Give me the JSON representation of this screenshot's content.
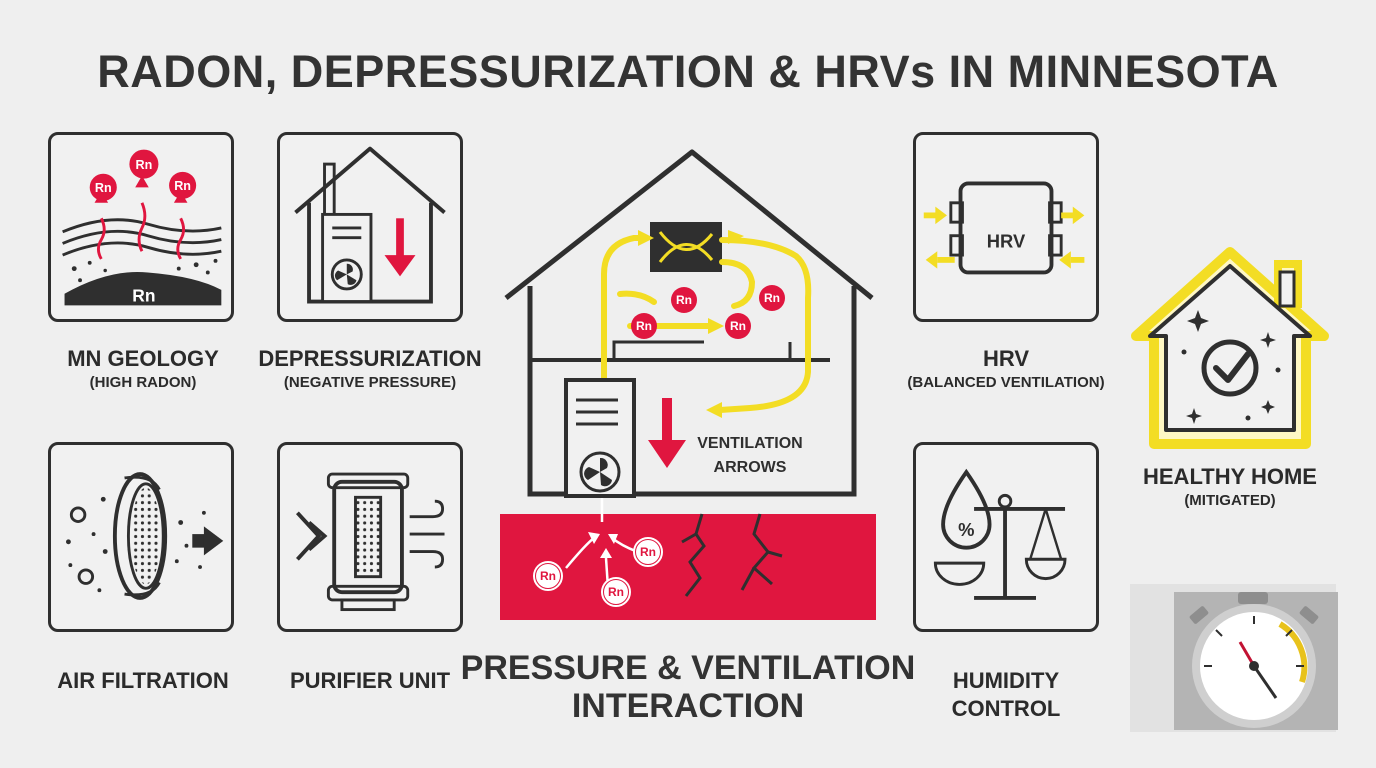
{
  "title": "RADON, DEPRESSURIZATION & HRVs IN MINNESOTA",
  "colors": {
    "accent_red": "#e0163f",
    "accent_yellow": "#f3dd24",
    "ink": "#2f2f2f",
    "background": "#efefef"
  },
  "tiles": {
    "geology": {
      "label": "MN GEOLOGY",
      "sub": "(HIGH RADON)",
      "badge": "Rn",
      "icon": "soil-radon-icon"
    },
    "depressurization": {
      "label": "DEPRESSURIZATION",
      "sub": "(NEGATIVE PRESSURE)",
      "icon": "house-furnace-icon"
    },
    "filtration": {
      "label": "AIR FILTRATION",
      "icon": "filter-disc-icon"
    },
    "purifier": {
      "label": "PURIFIER UNIT",
      "icon": "purifier-unit-icon"
    },
    "hrv": {
      "label": "HRV",
      "sub": "(BALANCED VENTILATION)",
      "unit_text": "HRV",
      "icon": "hrv-unit-icon"
    },
    "humidity": {
      "label_line1": "HUMIDITY",
      "label_line2": "CONTROL",
      "unit_text": "%",
      "icon": "humidity-scale-icon"
    },
    "healthy": {
      "label": "HEALTHY HOME",
      "sub": "(MITIGATED)",
      "icon": "healthy-home-check-icon"
    }
  },
  "center": {
    "ventilation_line1": "VENTILATION",
    "ventilation_line2": "ARROWS",
    "caption_line1": "PRESSURE & VENTILATION",
    "caption_line2": "INTERACTION",
    "badge": "Rn"
  }
}
